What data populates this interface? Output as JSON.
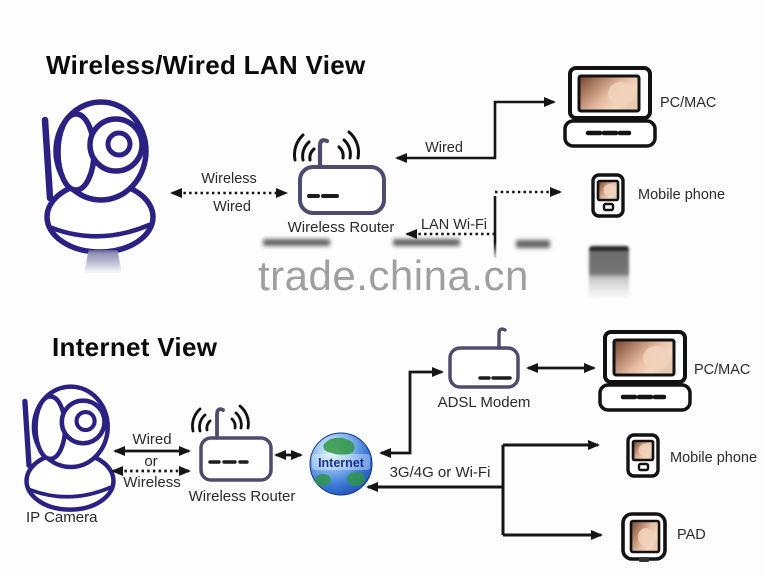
{
  "watermark": {
    "text": "trade.china.cn"
  },
  "lan_view": {
    "title": "Wireless/Wired LAN View",
    "camera_router_link": {
      "top_label": "Wireless",
      "bottom_label": "Wired"
    },
    "router_label": "Wireless Router",
    "wired_pc_link_label": "Wired",
    "lan_wifi_link_label": "LAN Wi-Fi",
    "pc_label": "PC/MAC",
    "mobile_label": "Mobile phone"
  },
  "internet_view": {
    "title": "Internet View",
    "camera_label": "IP Camera",
    "camera_router_link": {
      "top_label": "Wired",
      "mid_label": "or",
      "bottom_label": "Wireless"
    },
    "router_label": "Wireless Router",
    "internet_label": "Internet",
    "modem_label": "ADSL Modem",
    "mobile_link_label": "3G/4G or Wi-Fi",
    "pc_label": "PC/MAC",
    "mobile_label": "Mobile phone",
    "pad_label": "PAD"
  },
  "icons": {
    "ip_camera": "ip-camera-icon",
    "wireless_router": "wireless-router-icon",
    "adsl_modem": "adsl-modem-icon",
    "pc_mac": "pc-mac-icon",
    "mobile_phone": "mobile-phone-icon",
    "pad": "pad-icon",
    "internet_globe": "internet-globe-icon"
  },
  "colors": {
    "camera_outline": "#2b2183",
    "router_outline": "#4e4c6e",
    "line_color": "#151515",
    "label_color": "#2a2a2a",
    "watermark_gray": "#98989a",
    "globe_blue": "#2f6fd8",
    "globe_text": "#15318d",
    "continent_green": "#2f9642"
  }
}
